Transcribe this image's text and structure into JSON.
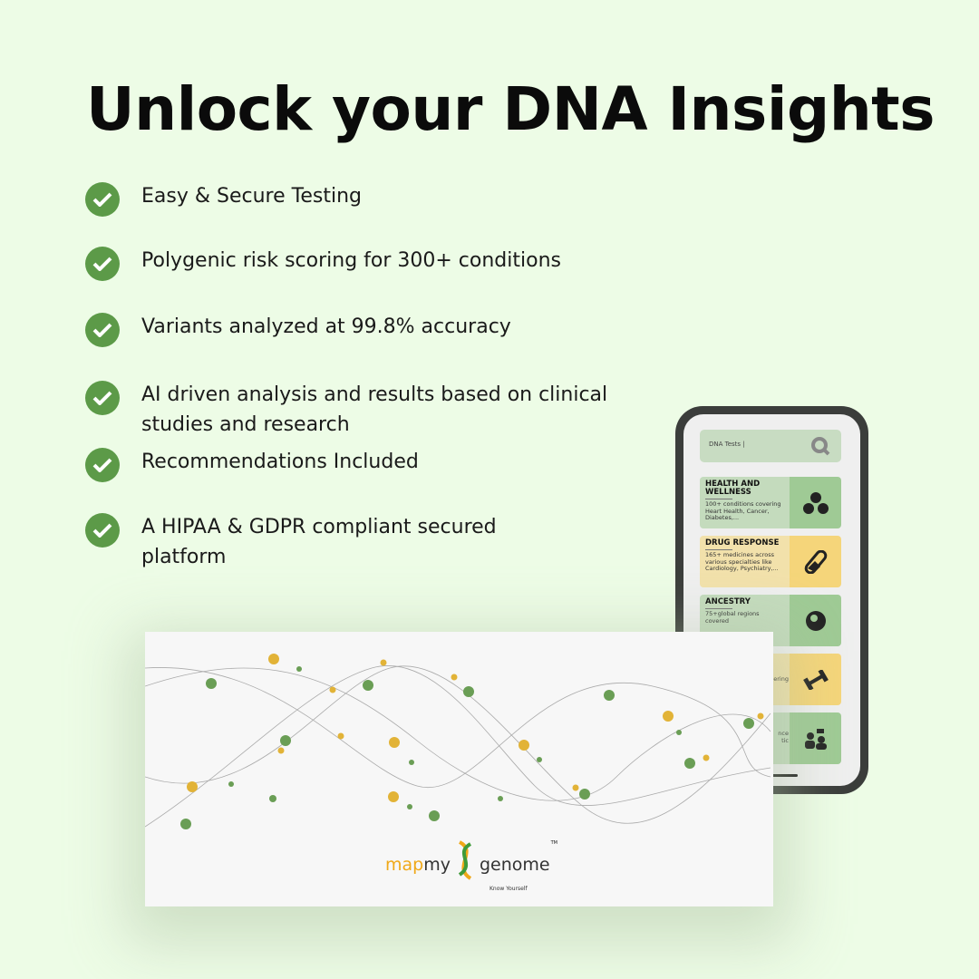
{
  "headline": "Unlock your DNA Insights",
  "features": [
    {
      "line1": "Easy & Secure Testing"
    },
    {
      "line1": "Polygenic risk scoring for 300+ conditions"
    },
    {
      "line1": "Variants analyzed at 99.8% accuracy"
    },
    {
      "line1": "AI driven analysis and results based on clinical",
      "line2": "studies and research"
    },
    {
      "line1": "Recommendations Included"
    },
    {
      "line1": "A HIPAA & GDPR compliant secured",
      "line2": "platform"
    }
  ],
  "phone": {
    "search_value": "DNA Tests",
    "cards": [
      {
        "title": "HEALTH AND WELLNESS",
        "desc": "100+ conditions covering Heart Health, Cancer, Diabetes,..."
      },
      {
        "title": "DRUG RESPONSE",
        "desc": "165+ medicines across various specialties like Cardiology, Psychiatry,..."
      },
      {
        "title": "ANCESTRY",
        "desc": "75+global regions covered"
      },
      {
        "title": "",
        "desc": "ering"
      },
      {
        "title": "",
        "desc": "nce tic"
      }
    ]
  },
  "kit": {
    "brand_a": "map",
    "brand_b": "my",
    "brand_c": "genome",
    "tm": "TM",
    "tagline": "Know Yourself"
  },
  "colors": {
    "check": "#5c9a48",
    "gold": "#e2b337",
    "green": "#6a9e55"
  }
}
